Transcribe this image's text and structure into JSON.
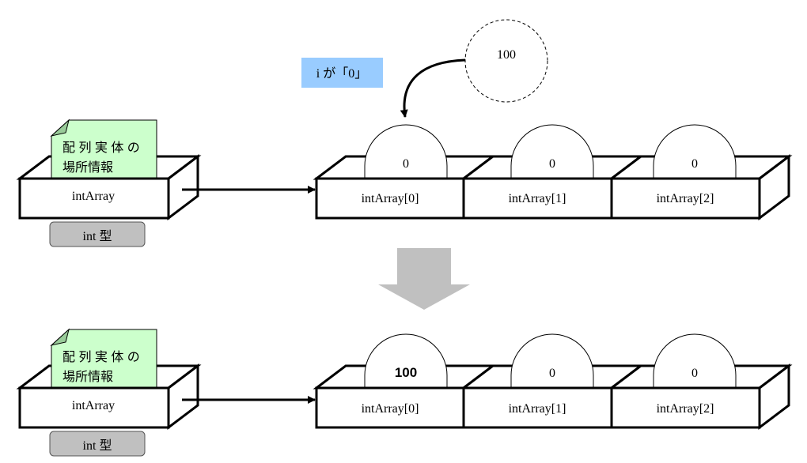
{
  "note_text_line1": "配 列 実 体 の",
  "note_text_line2": "場所情報",
  "variable_label": "intArray",
  "type_badge": "int 型",
  "condition_label": "i が「0」",
  "assigned_value_circle": "100",
  "before": {
    "cells": [
      {
        "label": "intArray[0]",
        "value": "0"
      },
      {
        "label": "intArray[1]",
        "value": "0"
      },
      {
        "label": "intArray[2]",
        "value": "0"
      }
    ]
  },
  "after": {
    "cells": [
      {
        "label": "intArray[0]",
        "value": "100"
      },
      {
        "label": "intArray[1]",
        "value": "0"
      },
      {
        "label": "intArray[2]",
        "value": "0"
      }
    ]
  },
  "colors": {
    "note_fill": "#ccffcc",
    "condition_fill": "#99ccff",
    "badge_fill": "#c0c0c0",
    "down_arrow_fill": "#c0c0c0"
  }
}
